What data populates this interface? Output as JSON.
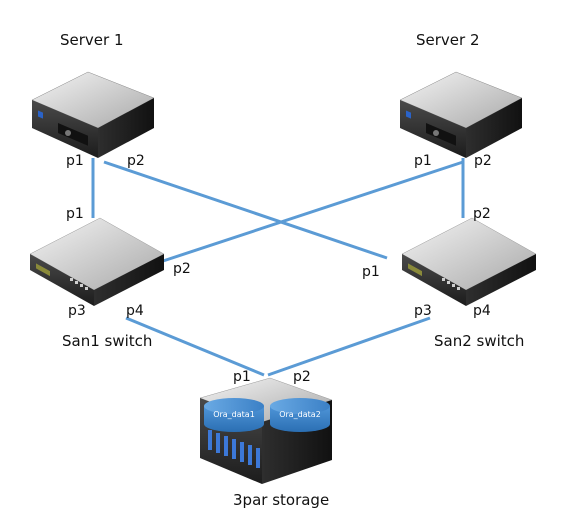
{
  "nodes": {
    "server1": {
      "label": "Server 1",
      "ports": {
        "p1": "p1",
        "p2": "p2"
      }
    },
    "server2": {
      "label": "Server 2",
      "ports": {
        "p1": "p1",
        "p2": "p2"
      }
    },
    "san1": {
      "label": "San1 switch",
      "ports": {
        "p1": "p1",
        "p2": "p2",
        "p3": "p3",
        "p4": "p4"
      }
    },
    "san2": {
      "label": "San2 switch",
      "ports": {
        "p1": "p1",
        "p2": "p2",
        "p3": "p3",
        "p4": "p4"
      }
    },
    "storage": {
      "label": "3par storage",
      "ports": {
        "p1": "p1",
        "p2": "p2"
      },
      "disks": [
        "Ora_data1",
        "Ora_data2"
      ]
    }
  },
  "links": [
    {
      "from": "server1.p1",
      "to": "san1.p1"
    },
    {
      "from": "server1.p2",
      "to": "san2.p1"
    },
    {
      "from": "server2.p1",
      "to": "san1.p2"
    },
    {
      "from": "server2.p2",
      "to": "san2.p2"
    },
    {
      "from": "san1.p4",
      "to": "storage.p1"
    },
    {
      "from": "san2.p3",
      "to": "storage.p2"
    }
  ],
  "colors": {
    "link": "#5b9bd5"
  }
}
